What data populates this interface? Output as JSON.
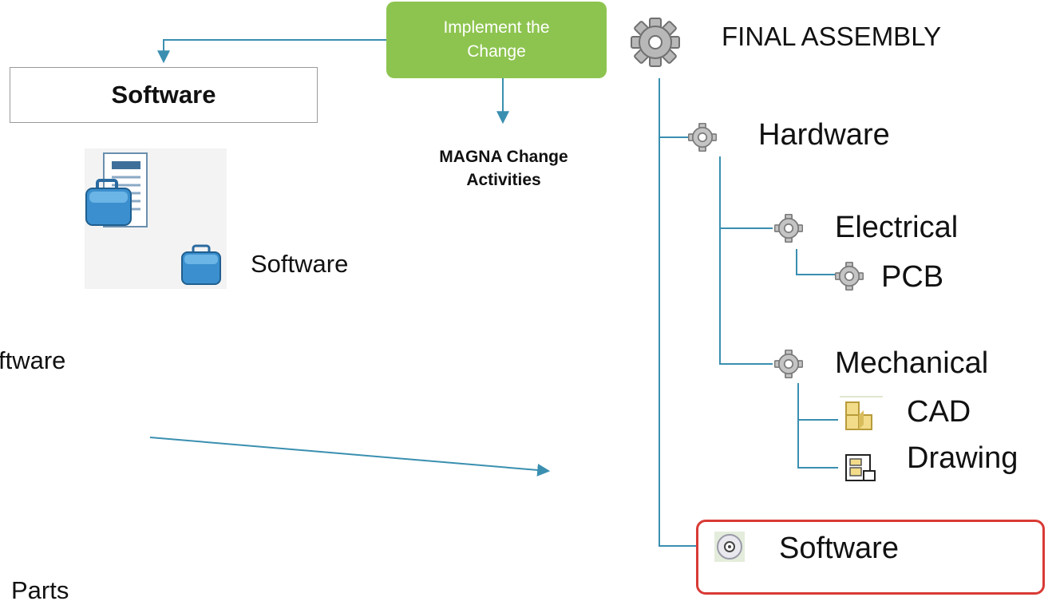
{
  "change": {
    "implement_line1": "Implement the",
    "implement_line2": "Change",
    "activities_line1": "MAGNA Change",
    "activities_line2": "Activities"
  },
  "left": {
    "software_box_label": "Software",
    "child_label": "Software",
    "cut_text_1": "ftware",
    "cut_text_2": "Parts"
  },
  "tree": {
    "root": "FINAL ASSEMBLY",
    "hardware": "Hardware",
    "electrical": "Electrical",
    "pcb": "PCB",
    "mechanical": "Mechanical",
    "cad": "CAD",
    "drawing": "Drawing",
    "software": "Software"
  },
  "colors": {
    "connector": "#3a8fb0",
    "implement_box": "#8dc44f",
    "highlight": "#d93a35",
    "briefcase": "#3b8fce"
  },
  "icons": [
    "gear-icon",
    "document-icon",
    "briefcase-icon",
    "cad-part-icon",
    "drawing-icon",
    "cd-icon"
  ]
}
